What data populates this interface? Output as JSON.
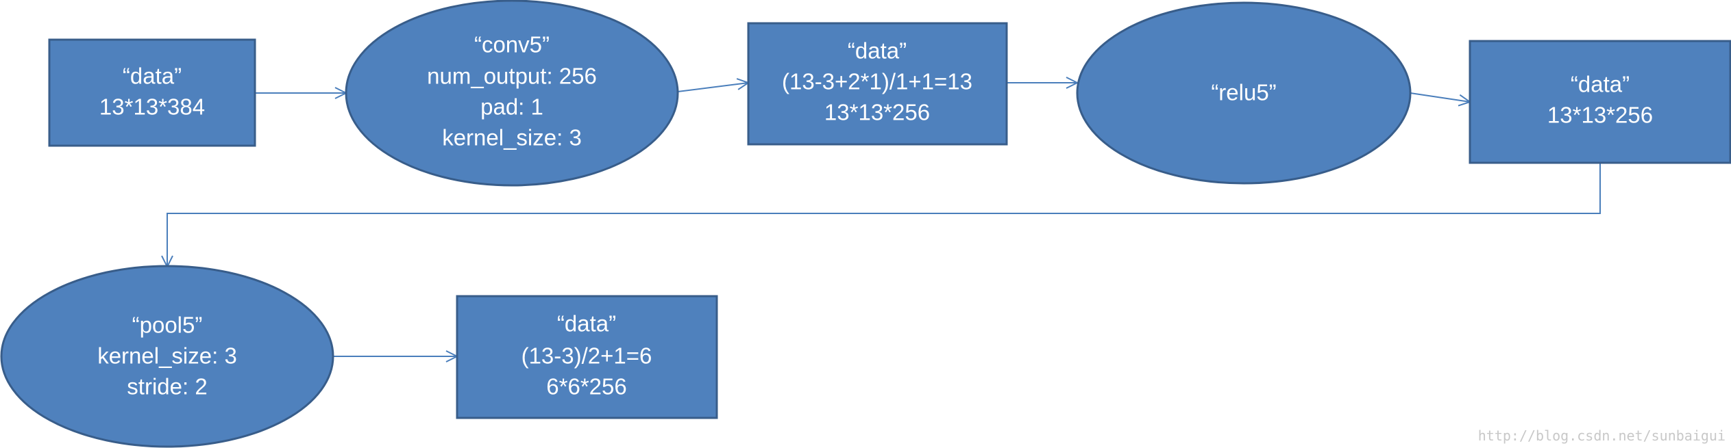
{
  "nodes": [
    {
      "id": "data-input",
      "shape": "rect",
      "lines": [
        "“data”",
        "13*13*384"
      ]
    },
    {
      "id": "conv5",
      "shape": "ellipse",
      "lines": [
        "“conv5”",
        "num_output: 256",
        "pad: 1",
        "kernel_size: 3"
      ]
    },
    {
      "id": "data-conv5",
      "shape": "rect",
      "lines": [
        "“data”",
        "(13-3+2*1)/1+1=13",
        "13*13*256"
      ]
    },
    {
      "id": "relu5",
      "shape": "ellipse",
      "lines": [
        "“relu5”"
      ]
    },
    {
      "id": "data-relu5",
      "shape": "rect",
      "lines": [
        "“data”",
        "13*13*256"
      ]
    },
    {
      "id": "pool5",
      "shape": "ellipse",
      "lines": [
        "“pool5”",
        "kernel_size: 3",
        "stride: 2"
      ]
    },
    {
      "id": "data-pool5",
      "shape": "rect",
      "lines": [
        "“data”",
        "(13-3)/2+1=6",
        "6*6*256"
      ]
    }
  ],
  "edges": [
    {
      "from": "data-input",
      "to": "conv5"
    },
    {
      "from": "conv5",
      "to": "data-conv5"
    },
    {
      "from": "data-conv5",
      "to": "relu5"
    },
    {
      "from": "relu5",
      "to": "data-relu5"
    },
    {
      "from": "data-relu5",
      "to": "pool5"
    },
    {
      "from": "pool5",
      "to": "data-pool5"
    }
  ],
  "watermark": "http://blog.csdn.net/sunbaigui",
  "colors": {
    "node_fill": "#4f81bd",
    "node_stroke": "#385d8a",
    "connector": "#4a7ebb",
    "text": "#ffffff"
  }
}
